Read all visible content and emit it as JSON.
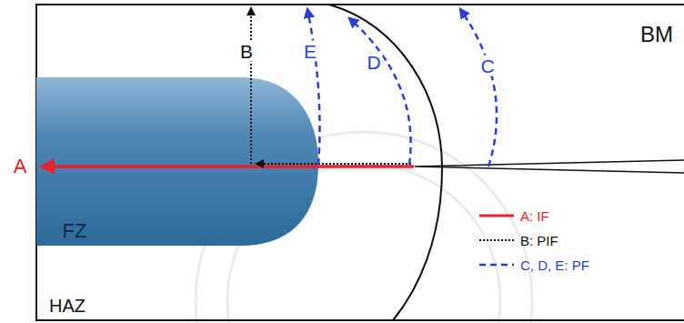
{
  "diagram": {
    "labels": [
      "BM",
      "A",
      "B",
      "E",
      "D",
      "C",
      "FZ",
      "HAZ"
    ],
    "legend": [
      {
        "text": "A: IF"
      },
      {
        "text": "B: PIF"
      },
      {
        "text": "C, D, E: PF"
      }
    ]
  }
}
